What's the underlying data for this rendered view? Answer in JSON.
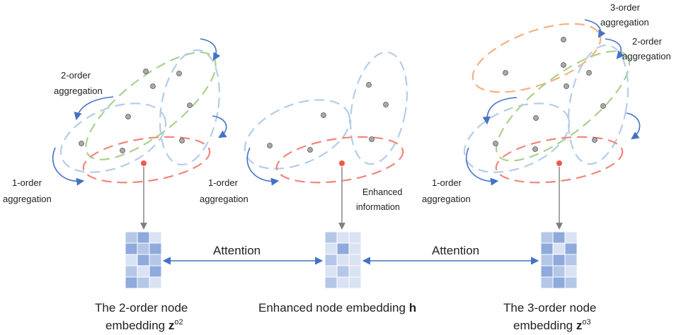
{
  "colors": {
    "ring_first": "#f2857a",
    "ring_second": "#a9d18e",
    "ring_third": "#f4b183",
    "ring_neighbor": "#b4cde8",
    "arrow": "#4472c4",
    "anchor": "#f05a46",
    "node": "#a9a9a9",
    "grid_strong": "#8faadc",
    "grid_mid": "#b4c7e7",
    "grid_light": "#dae3f3",
    "drop_line": "#7f7f7f"
  },
  "panel_left": {
    "second_order_label": [
      "2-order",
      "aggregation"
    ],
    "first_order_label": [
      "1-order",
      "aggregation"
    ]
  },
  "panel_middle": {
    "first_order_label": [
      "1-order",
      "aggregation"
    ],
    "enhanced_label": [
      "Enhanced",
      "information"
    ]
  },
  "panel_right": {
    "third_order_label": [
      "3-order",
      "aggregation"
    ],
    "second_order_label": [
      "2-order",
      "aggregation"
    ],
    "first_order_label": [
      "1-order",
      "aggregation"
    ]
  },
  "links": {
    "left_label": "Attention",
    "right_label": "Attention"
  },
  "captions": {
    "left": {
      "line1": "The 2-order node",
      "line2": "embedding ",
      "symbol": "z",
      "superscript": "o2"
    },
    "middle": {
      "text": "Enhanced node embedding ",
      "symbol": "h"
    },
    "right": {
      "line1": "The 3-order node",
      "line2": "embedding ",
      "symbol": "z",
      "superscript": "o3"
    }
  },
  "embeddings": {
    "left": [
      [
        "mid",
        "strong",
        "light"
      ],
      [
        "strong",
        "mid",
        "strong"
      ],
      [
        "light",
        "strong",
        "mid"
      ],
      [
        "mid",
        "light",
        "strong"
      ],
      [
        "strong",
        "mid",
        "light"
      ]
    ],
    "middle": [
      [
        "mid",
        "light",
        "light"
      ],
      [
        "light",
        "strong",
        "light"
      ],
      [
        "mid",
        "light",
        "light"
      ],
      [
        "light",
        "mid",
        "light"
      ],
      [
        "mid",
        "light",
        "light"
      ]
    ],
    "right": [
      [
        "mid",
        "strong",
        "light"
      ],
      [
        "strong",
        "light",
        "strong"
      ],
      [
        "mid",
        "strong",
        "mid"
      ],
      [
        "strong",
        "mid",
        "light"
      ],
      [
        "mid",
        "strong",
        "mid"
      ]
    ]
  }
}
